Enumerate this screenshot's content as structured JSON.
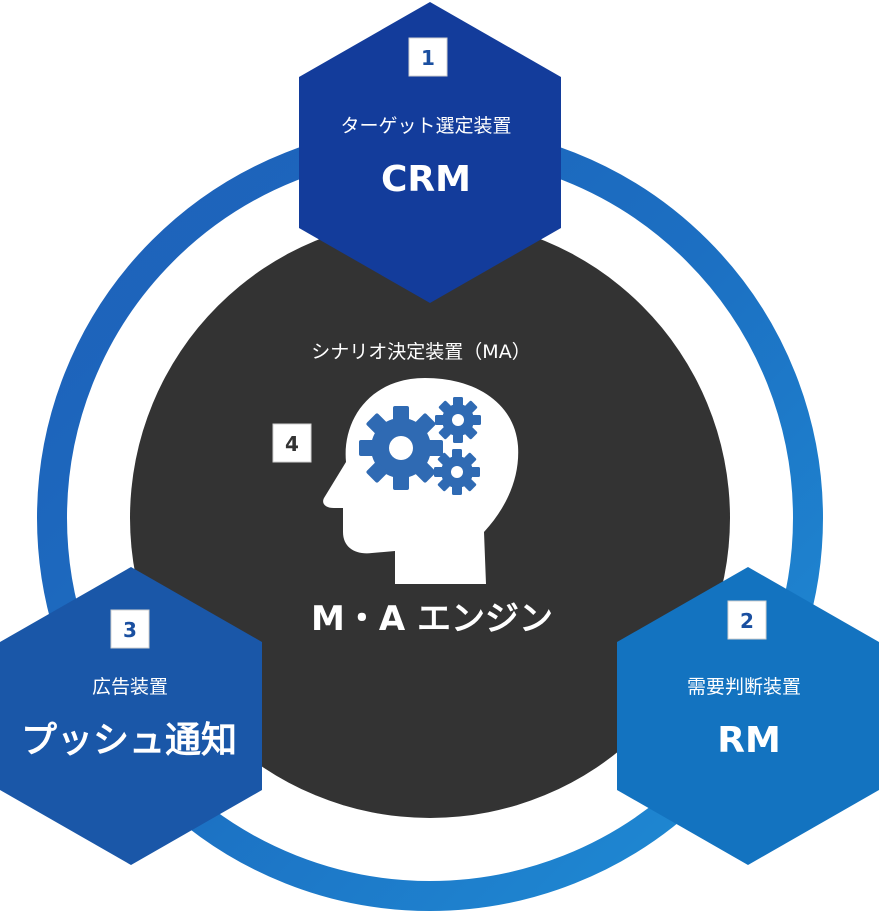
{
  "center": {
    "subtitle": "シナリオ決定装置（MA）",
    "title": "M・A エンジン",
    "badge": "4",
    "icon": "head-gears-icon"
  },
  "nodes": [
    {
      "number": "1",
      "subtitle": "ターゲット選定装置",
      "title": "CRM"
    },
    {
      "number": "2",
      "subtitle": "需要判断装置",
      "title": "RM"
    },
    {
      "number": "3",
      "subtitle": "広告装置",
      "title": "プッシュ通知"
    }
  ],
  "colors": {
    "ring": "#1a72c4",
    "center_fill": "#333333",
    "hex_top": "#133c9b",
    "hex_right": "#1373c0",
    "hex_left": "#1a57a8",
    "badge_text": "#1a4fa0"
  }
}
